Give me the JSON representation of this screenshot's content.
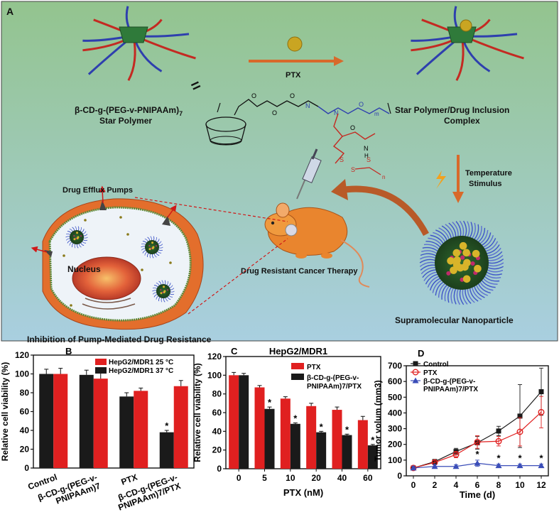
{
  "panelA": {
    "label": "A",
    "arrow_label": "PTX",
    "equals": "=",
    "star_polymer": {
      "line1": "β-CD-g-(PEG-v-PNIPAAm)",
      "sub": "7",
      "line2": "Star Polymer"
    },
    "inclusion_complex": {
      "line1": "Star Polymer/Drug Inclusion",
      "line2": "Complex"
    },
    "temperature": {
      "line1": "Temperature",
      "line2": "Stimulus"
    },
    "drug_efflux": "Drug Efflux Pumps",
    "nucleus": "Nucleus",
    "therapy": "Drug Resistant Cancer Therapy",
    "nanoparticle": "Supramolecular Nanoparticle",
    "inhibition": "Inhibition of Pump-Mediated Drug Resistance",
    "chem_m": "m",
    "chem_n": "n",
    "chem_O": "O",
    "chem_N": "N",
    "chem_S": "S",
    "chem_H": "H",
    "colors": {
      "sky_top": "#93c48e",
      "sky_bottom": "#a9cfe0",
      "red": "#c42a22",
      "blue": "#2e3fae",
      "orange": "#e07a2c"
    }
  },
  "chart_data": [
    {
      "panel": "B",
      "type": "bar",
      "ylabel": "Relative cell viability (%)",
      "ylim": [
        0,
        120
      ],
      "yticks": [
        0,
        20,
        40,
        60,
        80,
        100,
        120
      ],
      "categories": [
        "Control",
        "β-CD-g-(PEG-v-PNIPAAm)7",
        "PTX",
        "β-CD-g-(PEG-v-PNIPAAm)7/PTX"
      ],
      "category_lines": [
        [
          "Control"
        ],
        [
          "β-CD-g-(PEG-v-",
          "PNIPAAm)7"
        ],
        [
          "PTX"
        ],
        [
          "β-CD-g-(PEG-v-",
          "PNIPAAm)7/PTX"
        ]
      ],
      "series": [
        {
          "name": "HepG2/MDR1 37 °C",
          "color": "#1a1a1a",
          "values": [
            100,
            99,
            76,
            38
          ],
          "errors": [
            5,
            5,
            4,
            2
          ]
        },
        {
          "name": "HepG2/MDR1 25 °C",
          "color": "#e02020",
          "values": [
            100,
            95,
            82,
            87
          ],
          "errors": [
            6,
            10,
            3,
            6
          ]
        }
      ],
      "legend_order": [
        "HepG2/MDR1 25 °C",
        "HepG2/MDR1 37 °C"
      ],
      "annotations": [
        {
          "category": 3,
          "text": "*"
        }
      ],
      "legend": "top-right"
    },
    {
      "panel": "C",
      "type": "bar",
      "title": "HepG2/MDR1",
      "xlabel": "PTX (nM)",
      "ylabel": "Relative cell viability (%)",
      "ylim": [
        0,
        120
      ],
      "yticks": [
        0,
        20,
        40,
        60,
        80,
        100,
        120
      ],
      "categories": [
        "0",
        "5",
        "10",
        "20",
        "40",
        "60"
      ],
      "series": [
        {
          "name": "PTX",
          "color": "#e02020",
          "values": [
            100,
            87,
            75,
            67,
            63,
            52
          ],
          "errors": [
            3,
            2,
            2,
            3,
            3,
            4
          ]
        },
        {
          "name": "β-CD-g-(PEG-v-PNIPAAm)7/PTX",
          "color": "#1a1a1a",
          "values": [
            100,
            64,
            48,
            39,
            36,
            25
          ],
          "errors": [
            2,
            2,
            1,
            1,
            1,
            1
          ]
        }
      ],
      "legend_lines": [
        [
          "PTX"
        ],
        [
          "β-CD-g-(PEG-v-",
          "PNIPAAm)7/PTX"
        ]
      ],
      "annotations": [
        1,
        2,
        3,
        4,
        5
      ],
      "legend": "top-right"
    },
    {
      "panel": "D",
      "type": "line",
      "xlabel": "Time (d)",
      "ylabel": "Tumor volum (mm3)",
      "ylim": [
        0,
        700
      ],
      "xlim": [
        0,
        12
      ],
      "yticks": [
        0,
        100,
        200,
        300,
        400,
        500,
        600,
        700
      ],
      "xticks": [
        0,
        2,
        4,
        6,
        8,
        10,
        12
      ],
      "x": [
        0,
        2,
        4,
        6,
        8,
        10,
        12
      ],
      "series": [
        {
          "name": "Control",
          "color": "#1a1a1a",
          "marker": "square",
          "values": [
            50,
            90,
            155,
            210,
            285,
            380,
            535
          ],
          "errors": [
            10,
            15,
            20,
            40,
            30,
            200,
            150
          ]
        },
        {
          "name": "PTX",
          "color": "#e02020",
          "marker": "circle",
          "values": [
            50,
            85,
            135,
            215,
            220,
            280,
            405
          ],
          "errors": [
            10,
            15,
            20,
            40,
            30,
            90,
            100
          ]
        },
        {
          "name": "β-CD-g-(PEG-v-PNIPAAm)7/PTX",
          "color": "#3a4db8",
          "marker": "triangle",
          "values": [
            50,
            60,
            60,
            80,
            65,
            65,
            65
          ],
          "errors": [
            10,
            10,
            10,
            20,
            10,
            10,
            10
          ]
        }
      ],
      "legend_lines": [
        [
          "Control"
        ],
        [
          "PTX"
        ],
        [
          "β-CD-g-(PEG-v-",
          "PNIPAAm)7/PTX"
        ]
      ],
      "annotations": [
        6,
        8,
        10,
        12
      ],
      "legend": "top-left"
    }
  ],
  "panel_labels": {
    "B": "B",
    "C": "C",
    "D": "D"
  },
  "star": "*"
}
